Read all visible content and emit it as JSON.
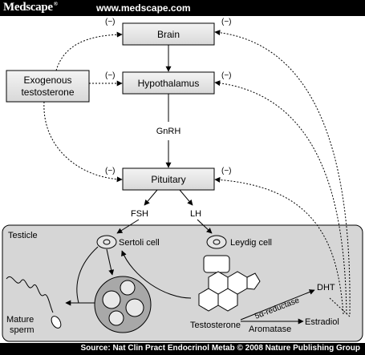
{
  "header": {
    "logo": "Medscape",
    "logo_mark": "®",
    "url": "www.medscape.com"
  },
  "diagram": {
    "boxes": {
      "brain": "Brain",
      "hypothalamus": "Hypothalamus",
      "pituitary": "Pituitary",
      "exogenous_line1": "Exogenous",
      "exogenous_line2": "testosterone"
    },
    "feedback_marker": "(−)",
    "labels": {
      "gnrh": "GnRH",
      "fsh": "FSH",
      "lh": "LH",
      "testicle": "Testicle",
      "sertoli": "Sertoli cell",
      "leydig": "Leydig cell",
      "testosterone": "Testosterone",
      "dht": "DHT",
      "reductase": "5α-reductase",
      "aromatase": "Aromatase",
      "estradiol": "Estradiol",
      "sperm_line1": "Mature",
      "sperm_line2": "sperm"
    }
  },
  "footer": {
    "source": "Source: Nat Clin Pract Endocrinol Metab © 2008 Nature Publishing Group"
  }
}
